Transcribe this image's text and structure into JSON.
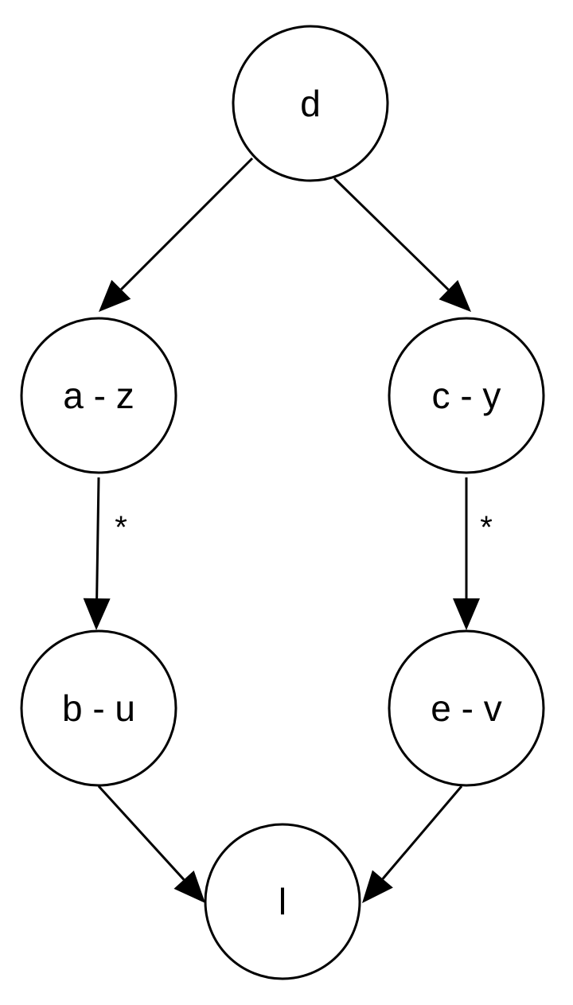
{
  "nodes": [
    {
      "id": "d",
      "label": "d"
    },
    {
      "id": "az",
      "label": "a - z"
    },
    {
      "id": "cy",
      "label": "c - y"
    },
    {
      "id": "bu",
      "label": "b - u"
    },
    {
      "id": "ev",
      "label": "e - v"
    },
    {
      "id": "l",
      "label": "l"
    }
  ],
  "edges": [
    {
      "from": "d",
      "to": "az",
      "label": ""
    },
    {
      "from": "d",
      "to": "cy",
      "label": ""
    },
    {
      "from": "az",
      "to": "bu",
      "label": "*"
    },
    {
      "from": "cy",
      "to": "ev",
      "label": "*"
    },
    {
      "from": "bu",
      "to": "l",
      "label": ""
    },
    {
      "from": "ev",
      "to": "l",
      "label": ""
    }
  ],
  "colors": {
    "stroke": "#000000",
    "background": "#ffffff"
  }
}
